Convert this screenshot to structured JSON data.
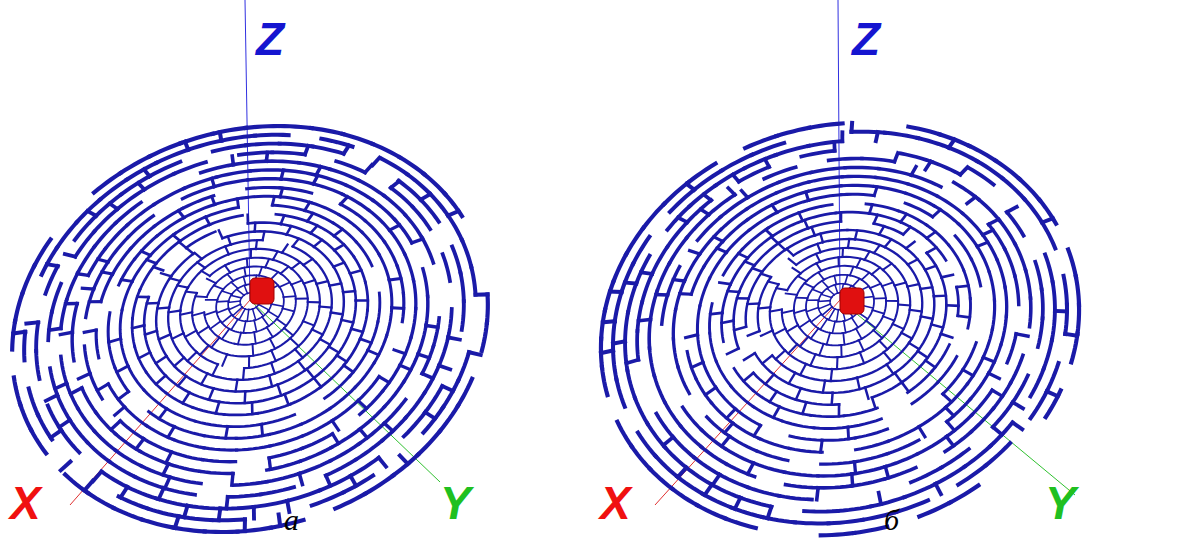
{
  "diagram": {
    "labels": [
      "Z",
      "X",
      "Y",
      "а",
      "Z",
      "X",
      "Y",
      "б"
    ]
  }
}
